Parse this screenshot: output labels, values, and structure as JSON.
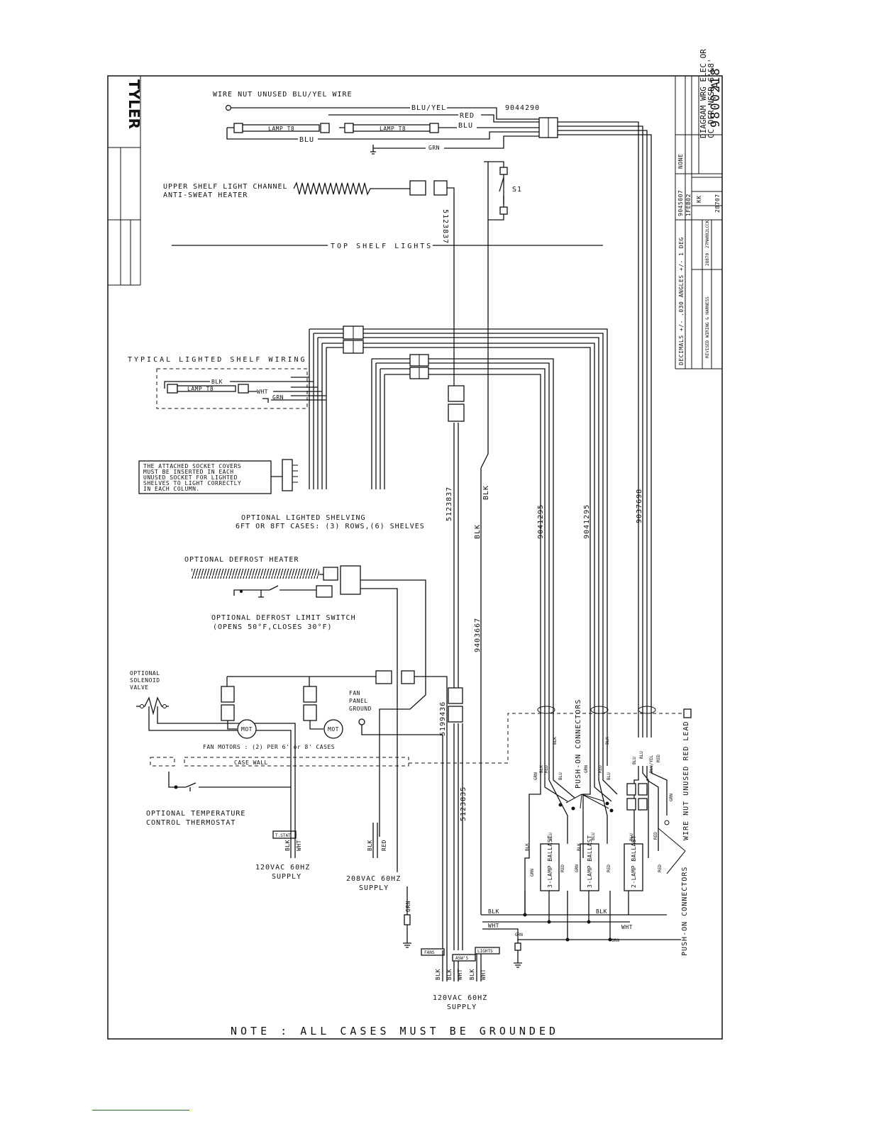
{
  "brand": {
    "logo_text": "TYLER"
  },
  "notes": {
    "grounding": "NOTE : ALL CASES MUST BE GROUNDED"
  },
  "title_block": {
    "title_line1": "DIAGRAM WRG ELEC OR",
    "title_line2": "CC DFR NSSD 6'&8'",
    "drawing_number": "9800218",
    "revision": "A",
    "scale": "NONE",
    "part_ref": "9045007",
    "date": "1FEB02",
    "drawn_by": "KK",
    "date2": "28707",
    "tolerance": "DECIMALS +/- .030 ANGLES +/- 1 DEG",
    "rev_note": "REVISED WIRING & HARNESS",
    "rev_release": "28870",
    "rev_date": "27MAR02",
    "rev_by": "LC",
    "rev_ck": "CK"
  },
  "top_lights": {
    "wire_nut_label": "WIRE NUT UNUSED BLU/YEL WIRE",
    "blu_yel": "BLU/YEL",
    "red": "RED",
    "blu": "BLU",
    "blu2": "BLU",
    "grn": "GRN",
    "lamp1": "LAMP T8",
    "lamp2": "LAMP T8",
    "harness": "9044290",
    "heater_label1": "UPPER SHELF LIGHT CHANNEL",
    "heater_label2": "ANTI-SWEAT HEATER",
    "switch": "S1",
    "section": "TOP SHELF LIGHTS"
  },
  "shelf_wiring": {
    "title": "TYPICAL LIGHTED SHELF WIRING",
    "blk": "BLK",
    "wht": "WHT",
    "grn": "GRN",
    "lamp": "LAMP T8",
    "socket_note": [
      "THE ATTACHED SOCKET COVERS",
      "MUST BE INSERTED IN EACH",
      "UNUSED SOCKET FOR LIGHTED",
      "SHELVES TO LIGHT CORRECTLY",
      "IN EACH COLUMN."
    ],
    "optional_line1": "OPTIONAL LIGHTED SHELVING",
    "optional_line2": "6FT OR 8FT CASES: (3) ROWS,(6) SHELVES"
  },
  "harness_numbers": {
    "h1": "5123837",
    "h1b": "5123837",
    "h2": "BLK",
    "h2b": "BLK",
    "h2c": "BLK",
    "h3": "9041295",
    "h4": "9041295",
    "h5": "9037698",
    "h6": "9403667",
    "h7": "5199436",
    "h8": "5123835"
  },
  "defrost": {
    "heater": "OPTIONAL DEFROST HEATER",
    "limit1": "OPTIONAL DEFROST LIMIT SWITCH",
    "limit2": "(OPENS 50°F,CLOSES 30°F)"
  },
  "fans": {
    "solenoid1": "OPTIONAL",
    "solenoid2": "SOLENOID",
    "solenoid3": "VALVE",
    "mot1": "MOT",
    "mot2": "MOT",
    "ground1": "FAN",
    "ground2": "PANEL",
    "ground3": "GROUND",
    "motors": "FAN MOTORS : (2) PER 6' or 8' CASES",
    "case_wall": "CASE WALL"
  },
  "thermostat": {
    "label1": "OPTIONAL TEMPERATURE",
    "label2": "CONTROL THERMOSTAT",
    "tag": "T.STAT",
    "blk": "BLK",
    "wht": "WHT",
    "supply1": "120VAC 60HZ",
    "supply2": "SUPPLY"
  },
  "supply208": {
    "blk": "BLK",
    "red": "RED",
    "supply1": "208VAC 60HZ",
    "supply2": "SUPPLY",
    "grn": "GRN"
  },
  "supply_main": {
    "fans_tag": "FANS",
    "asw_tag": "ASW'S",
    "lights_tag": "LIGHTS",
    "blk1": "BLK",
    "blk2": "BLK",
    "wht1": "WHT",
    "blk3": "BLK",
    "wht2": "WHT",
    "supply1": "120VAC 60HZ",
    "supply2": "SUPPLY"
  },
  "ballasts": {
    "b1": "3-LAMP BALLAST",
    "b2": "3-LAMP BALLAST",
    "b3": "2-LAMP BALLAST",
    "push_on1": "PUSH-ON CONNECTORS",
    "push_on2": "PUSH-ON CONNECTORS",
    "wire_nut_red": "WIRE NUT UNUSED RED LEAD",
    "blk": "BLK",
    "wht": "WHT",
    "grn": "GRN",
    "blk_bus": "BLK",
    "wht_bus": "WHT",
    "grn_bus": "GRN",
    "blk_a": "BLK",
    "blk_b": "BLK",
    "blk_c": "BLK",
    "grn_a": "GRN",
    "red_a": "RED",
    "blu_a": "BLU",
    "grn_b": "GRN",
    "red_b": "RED",
    "blu_b": "BLU",
    "blu_c": "BLU",
    "blu_d": "BLU",
    "bluyel": "BLU/YEL",
    "red_c": "RED",
    "grn_c": "GRN",
    "blu_e": "BLU",
    "red_d": "RED",
    "red_e": "RED",
    "red_f": "RED",
    "red_g": "RED",
    "grn_d": "GRN",
    "grn_e": "GRN",
    "blk_d": "BLK",
    "blk_e": "BLK",
    "blu_f": "BLU",
    "blu_g": "BLU"
  }
}
